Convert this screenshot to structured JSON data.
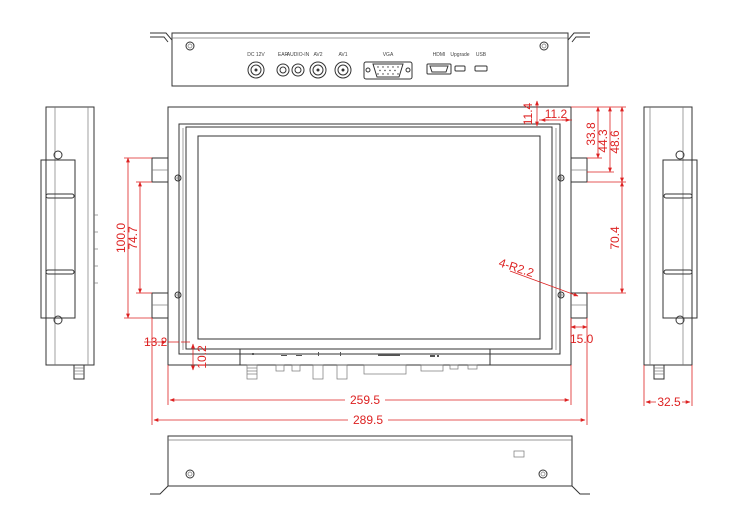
{
  "ports": {
    "dc12v": "DC 12V",
    "earphone": "EAR",
    "audio_in": "AUDIO-IN",
    "av2": "AV2",
    "av1": "AV1",
    "vga": "VGA",
    "hdmi": "HDMI",
    "upgrade": "Upgrade",
    "usb": "USB"
  },
  "dimensions": {
    "d_11_4": "11.4",
    "d_11_2": "11.2",
    "d_33_8": "33.8",
    "d_44_3": "44.3",
    "d_48_6": "48.6",
    "d_70_4": "70.4",
    "d_100_0": "100.0",
    "d_74_7": "74.7",
    "d_4_r2_2": "4-R2.2",
    "d_13_2": "13.2",
    "d_10_2": "10.2",
    "d_15_0": "15.0",
    "d_259_5": "259.5",
    "d_289_5": "289.5",
    "d_32_5": "32.5"
  },
  "colors": {
    "dimension": "#dd2222",
    "outline": "#333333"
  }
}
